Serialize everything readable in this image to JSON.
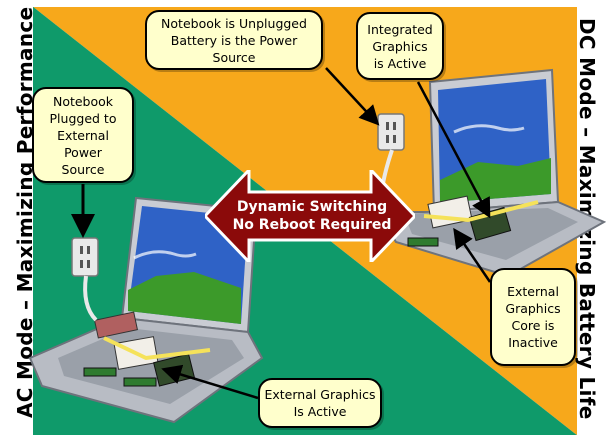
{
  "titles": {
    "ac_mode": "AC Mode – Maximizing Performance",
    "dc_mode": "DC Mode – Maximizing Battery Life"
  },
  "callouts": {
    "ac_power": [
      "Notebook",
      "Plugged to",
      "External",
      "Power",
      "Source"
    ],
    "dc_power": [
      "Notebook is Unplugged",
      "Battery is the Power",
      "Source"
    ],
    "integrated_graphics": [
      "Integrated",
      "Graphics",
      "is Active"
    ],
    "external_inactive": [
      "External",
      "Graphics",
      "Core is",
      "Inactive"
    ],
    "external_active": [
      "External Graphics",
      "Is Active"
    ]
  },
  "switching": {
    "line1": "Dynamic Switching",
    "line2": "No Reboot Required"
  },
  "colors": {
    "green": "#0f9a6a",
    "orange": "#f7a81b",
    "arrow_red": "#8b0a0a",
    "callout_fill": "#ffffcc"
  },
  "icons": {
    "outlet": "wall-outlet-icon",
    "laptop": "laptop-icon"
  }
}
